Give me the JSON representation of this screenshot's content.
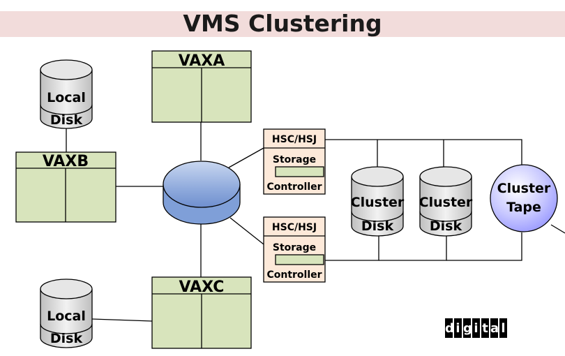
{
  "title": "VMS Clustering",
  "colors": {
    "title_bg": "#f2dcdb",
    "node_fill": "#d8e4bc",
    "controller_fill": "#fde9d9",
    "hub_fill": "#8faadc",
    "disk_top": "#e6e6e6",
    "tape_fill": "#b4b4ff"
  },
  "nodes": {
    "vaxa": "VAXA",
    "vaxb": "VAXB",
    "vaxc": "VAXC"
  },
  "local_disks": [
    {
      "line1": "Local",
      "line2": "Disk"
    },
    {
      "line1": "Local",
      "line2": "Disk"
    }
  ],
  "controllers": [
    {
      "line1": "HSC/HSJ",
      "line2": "Storage",
      "line3": "Controller"
    },
    {
      "line1": "HSC/HSJ",
      "line2": "Storage",
      "line3": "Controller"
    }
  ],
  "cluster_disks": [
    {
      "line1": "Cluster",
      "line2": "Disk"
    },
    {
      "line1": "Cluster",
      "line2": "Disk"
    }
  ],
  "tape": {
    "line1": "Cluster",
    "line2": "Tape"
  },
  "logo_letters": [
    "d",
    "i",
    "g",
    "i",
    "t",
    "a",
    "l"
  ]
}
